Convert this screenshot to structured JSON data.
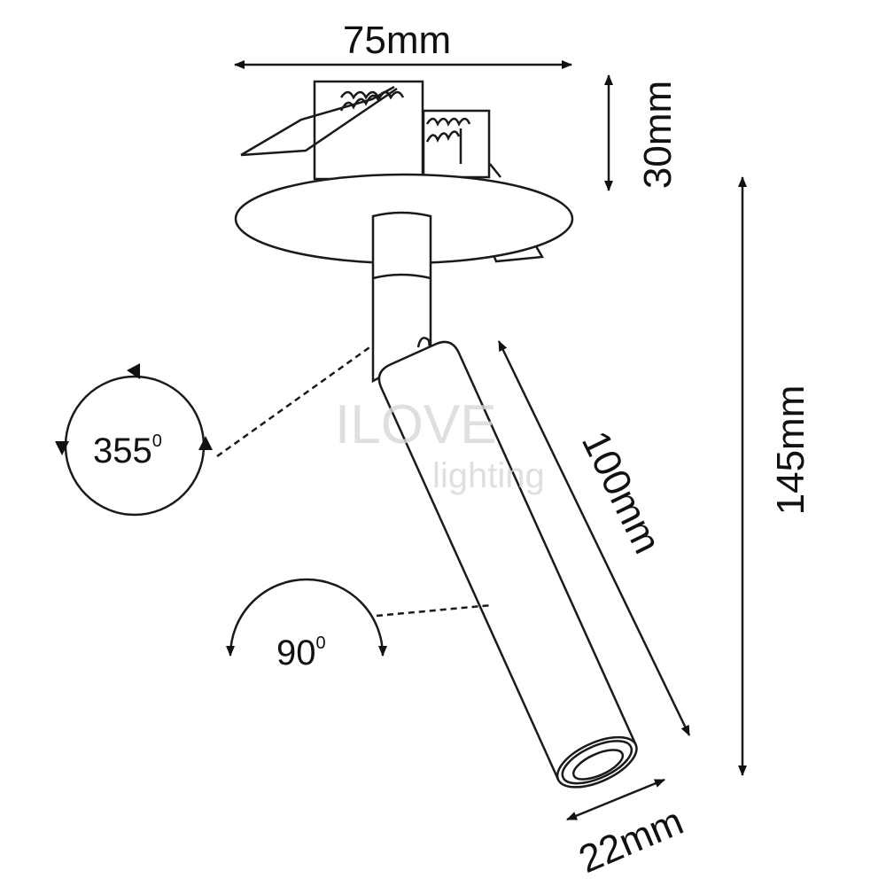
{
  "dimensions": {
    "width": "75mm",
    "height_recess": "30mm",
    "total_height": "145mm",
    "tube_length": "100mm",
    "tube_diameter": "22mm"
  },
  "rotation": {
    "horizontal": "355",
    "vertical": "90",
    "degree_mark": "0"
  },
  "watermark": {
    "text": "ILOVE lighting"
  },
  "colors": {
    "line": "#1a1a1a",
    "background": "#ffffff"
  }
}
